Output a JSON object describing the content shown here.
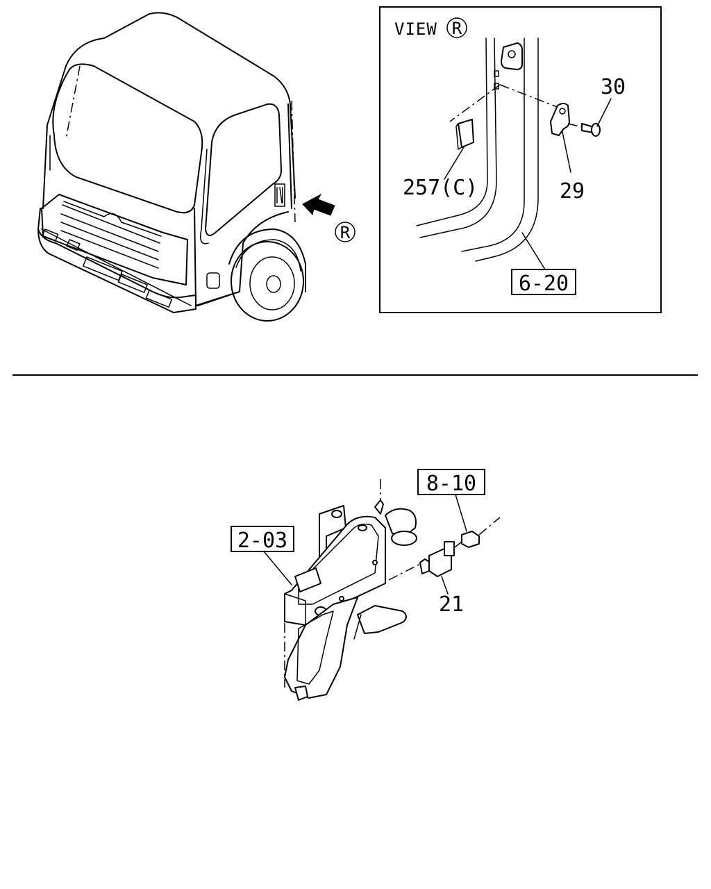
{
  "view": {
    "title": "VIEW",
    "ref_symbol": "R"
  },
  "callouts": {
    "screw_30": "30",
    "switch_257c": "257(C)",
    "bracket_29": "29",
    "ref_box_6_20": "6-20",
    "ref_box_8_10": "8-10",
    "ref_box_2_03": "2-03",
    "switch_21": "21"
  },
  "cab_view_marker": "R",
  "colors": {
    "line": "#000000",
    "background": "#ffffff"
  }
}
